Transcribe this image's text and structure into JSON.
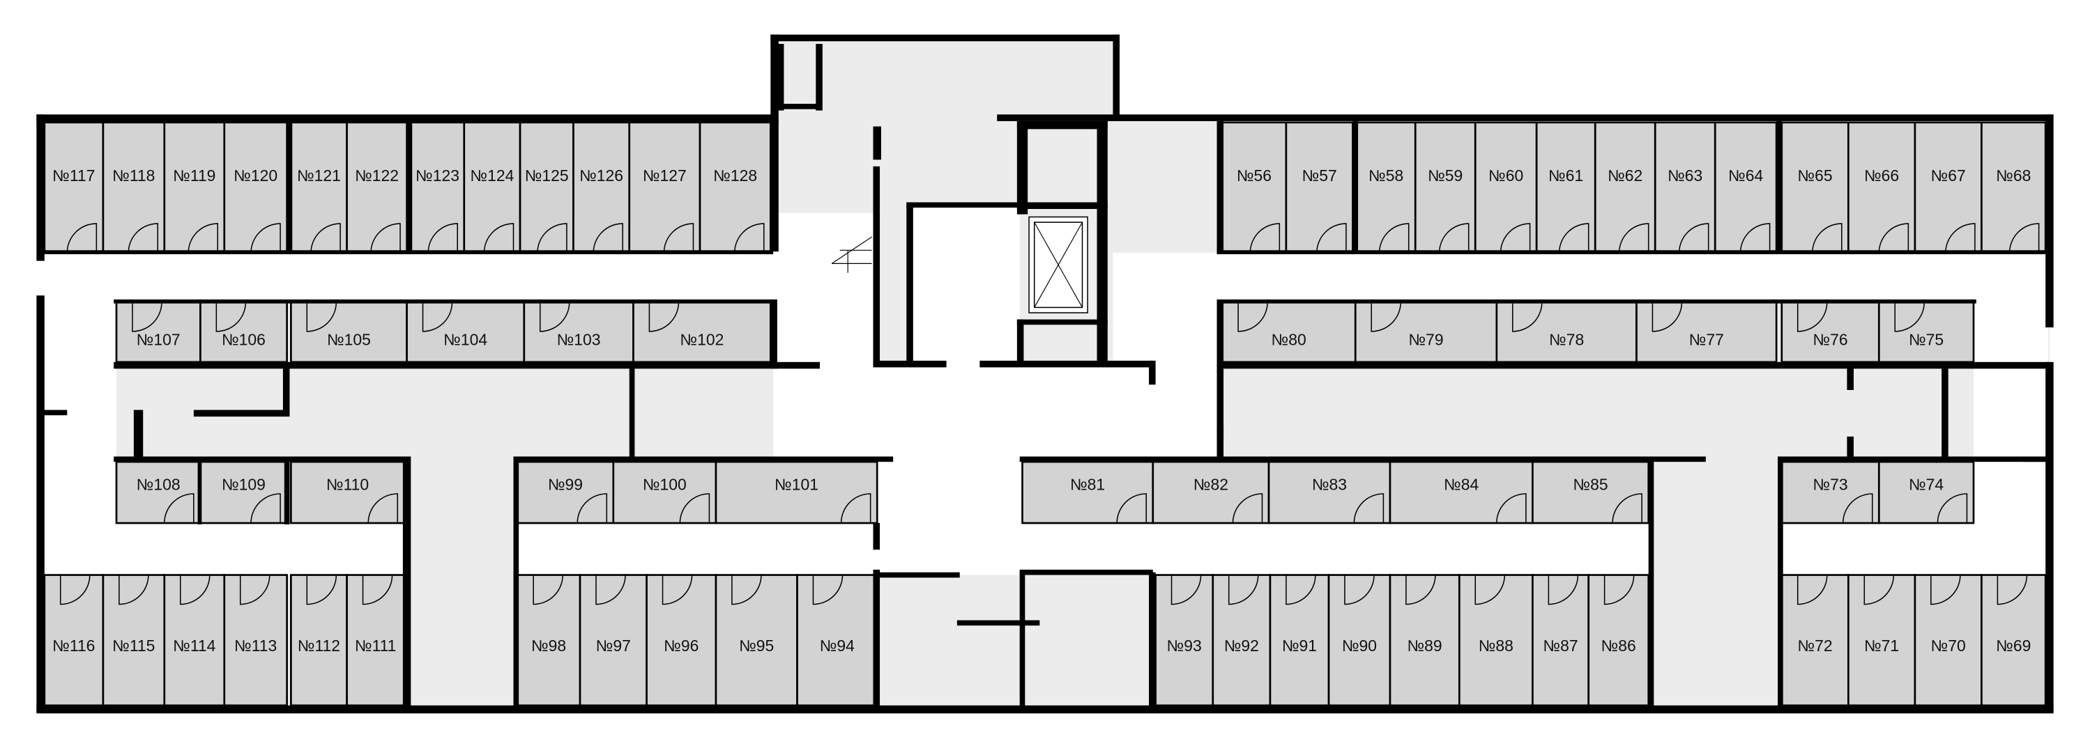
{
  "colors": {
    "room": "#d3d3d3",
    "common_area": "#ececec",
    "corridor": "#ffffff",
    "wall": "#000000"
  },
  "rows": {
    "top_left": [
      "№117",
      "№118",
      "№119",
      "№120",
      "№121",
      "№122",
      "№123",
      "№124",
      "№125",
      "№126",
      "№127",
      "№128"
    ],
    "top_right": [
      "№56",
      "№57",
      "№58",
      "№59",
      "№60",
      "№61",
      "№62",
      "№63",
      "№64",
      "№65",
      "№66",
      "№67",
      "№68"
    ],
    "second_left": [
      "№107",
      "№106",
      "№105",
      "№104",
      "№103",
      "№102"
    ],
    "second_right": [
      "№80",
      "№79",
      "№78",
      "№77",
      "№76",
      "№75"
    ],
    "third_left": [
      "№108",
      "№109",
      "№110",
      "№99",
      "№100",
      "№101"
    ],
    "third_right": [
      "№81",
      "№82",
      "№83",
      "№84",
      "№85",
      "№73",
      "№74"
    ],
    "bottom_left": [
      "№116",
      "№115",
      "№114",
      "№113",
      "№112",
      "№111",
      "№98",
      "№97",
      "№96",
      "№95",
      "№94"
    ],
    "bottom_right": [
      "№93",
      "№92",
      "№91",
      "№90",
      "№89",
      "№88",
      "№87",
      "№86",
      "№72",
      "№71",
      "№70",
      "№69"
    ]
  },
  "icons": [
    "elevator-icon",
    "stairs-icon",
    "door-swing-icon"
  ]
}
